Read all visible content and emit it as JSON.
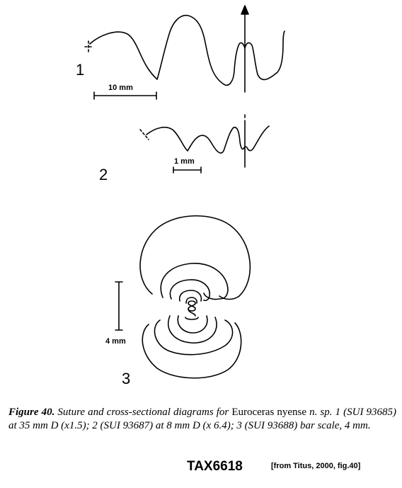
{
  "labels": {
    "fig1": "1",
    "fig2": "2",
    "fig3": "3",
    "scale1": "10 mm",
    "scale2": "1 mm",
    "scale3": "4 mm"
  },
  "caption": {
    "title": "Figure 40.",
    "text_a": " Suture and cross-sectional diagrams for ",
    "genus": "Euroceras",
    "newline_species": "nyense",
    "text_b": " n. sp. 1 (SUI 93685) at 35 mm D (x1.5); 2 (SUI 93687) at 8 mm D (x 6.4); 3 (SUI 93688) bar scale, 4 mm."
  },
  "footer": {
    "specimen": "TAX6618",
    "source": "[from Titus, 2000, fig.40]"
  }
}
